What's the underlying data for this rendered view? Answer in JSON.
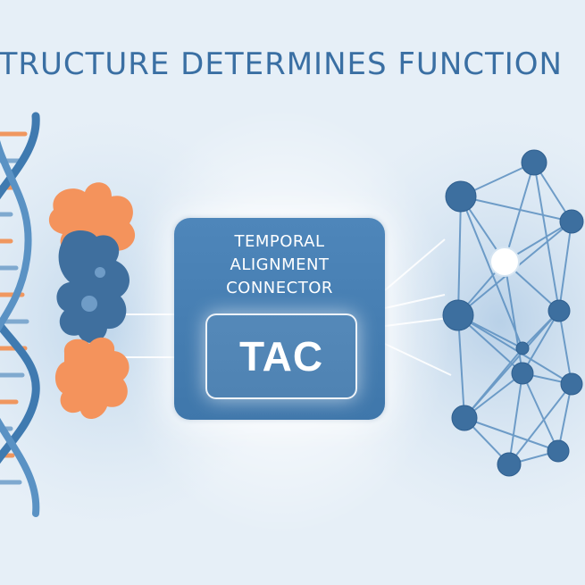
{
  "title": "STRUCTURE DETERMINES FUNCTION",
  "connector": {
    "line1": "TEMPORAL",
    "line2": "ALIGNMENT",
    "line3": "CONNECTOR",
    "acronym": "TAC"
  },
  "colors": {
    "background": "#eaf1f8",
    "title": "#3a6fa3",
    "dna_blue": "#3f7ab0",
    "dna_orange": "#f0975f",
    "protein_orange": "#f4935c",
    "protein_blue": "#3f6f9e",
    "connector_box": "#4a82b6",
    "network_node": "#3d6f9f",
    "network_edge": "#5b8fc0",
    "highlight_node": "#ffffff"
  },
  "icons": [
    "dna-helix-icon",
    "protein-blob-icon",
    "neural-network-icon"
  ]
}
